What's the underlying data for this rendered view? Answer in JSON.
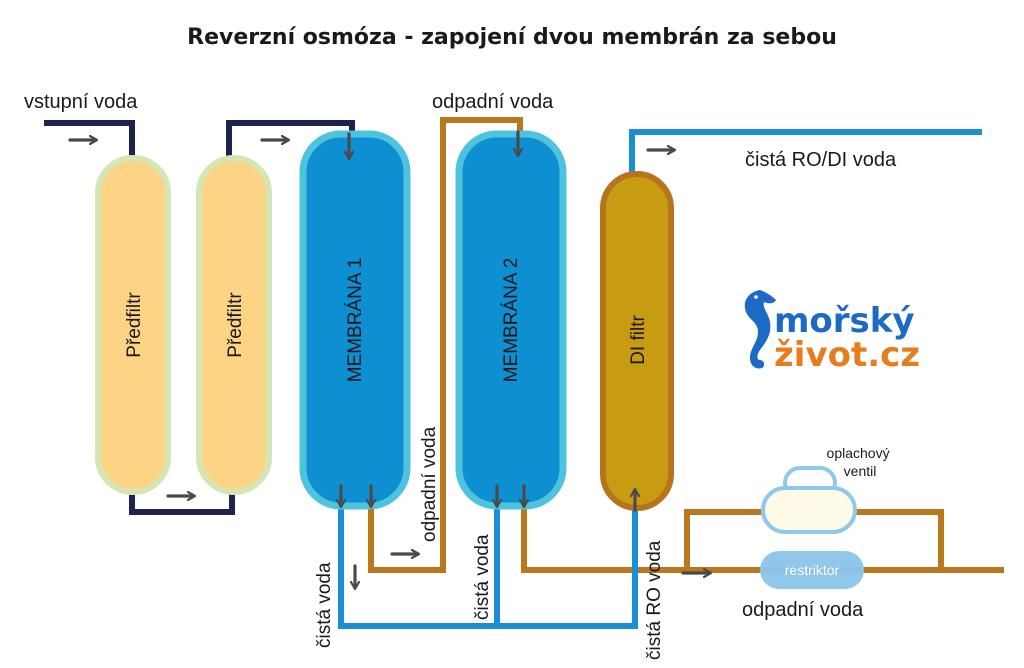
{
  "title": "Reverzní osmóza - zapojení dvou membrán za sebou",
  "labels": {
    "input_water": "vstupní voda",
    "waste_water_top": "odpadní voda",
    "pure_rodi_water": "čistá RO/DI voda",
    "waste_water_vertical": "odpadní voda",
    "clean_water_1": "čistá voda",
    "clean_water_2": "čistá voda",
    "clean_ro_water": "čistá RO voda",
    "flush_valve": "oplachový ventil",
    "restrictor": "restriktor",
    "waste_water_bottom": "odpadní voda"
  },
  "components": {
    "prefilter_1": "Předfiltr",
    "prefilter_2": "Předfiltr",
    "membrane_1": "MEMBRÁNA 1",
    "membrane_2": "MEMBRÁNA 2",
    "di_filter": "DI filtr"
  },
  "logo": {
    "line1": "mořský",
    "line2": "život.cz"
  },
  "colors": {
    "inlet_pipe": "#1e2250",
    "waste_pipe": "#b9781d",
    "clean_pipe": "#1a8fd6",
    "prefilter_fill": "#fdd486",
    "prefilter_border": "#d4e6b3",
    "membrane_fill": "#0e8fd2",
    "membrane_border": "#4ec3dd",
    "di_fill": "#c79c12",
    "di_border": "#b8741d",
    "arrow": "#4a4a4a",
    "logo_blue": "#1a6ac6",
    "logo_orange": "#e87d1e"
  }
}
